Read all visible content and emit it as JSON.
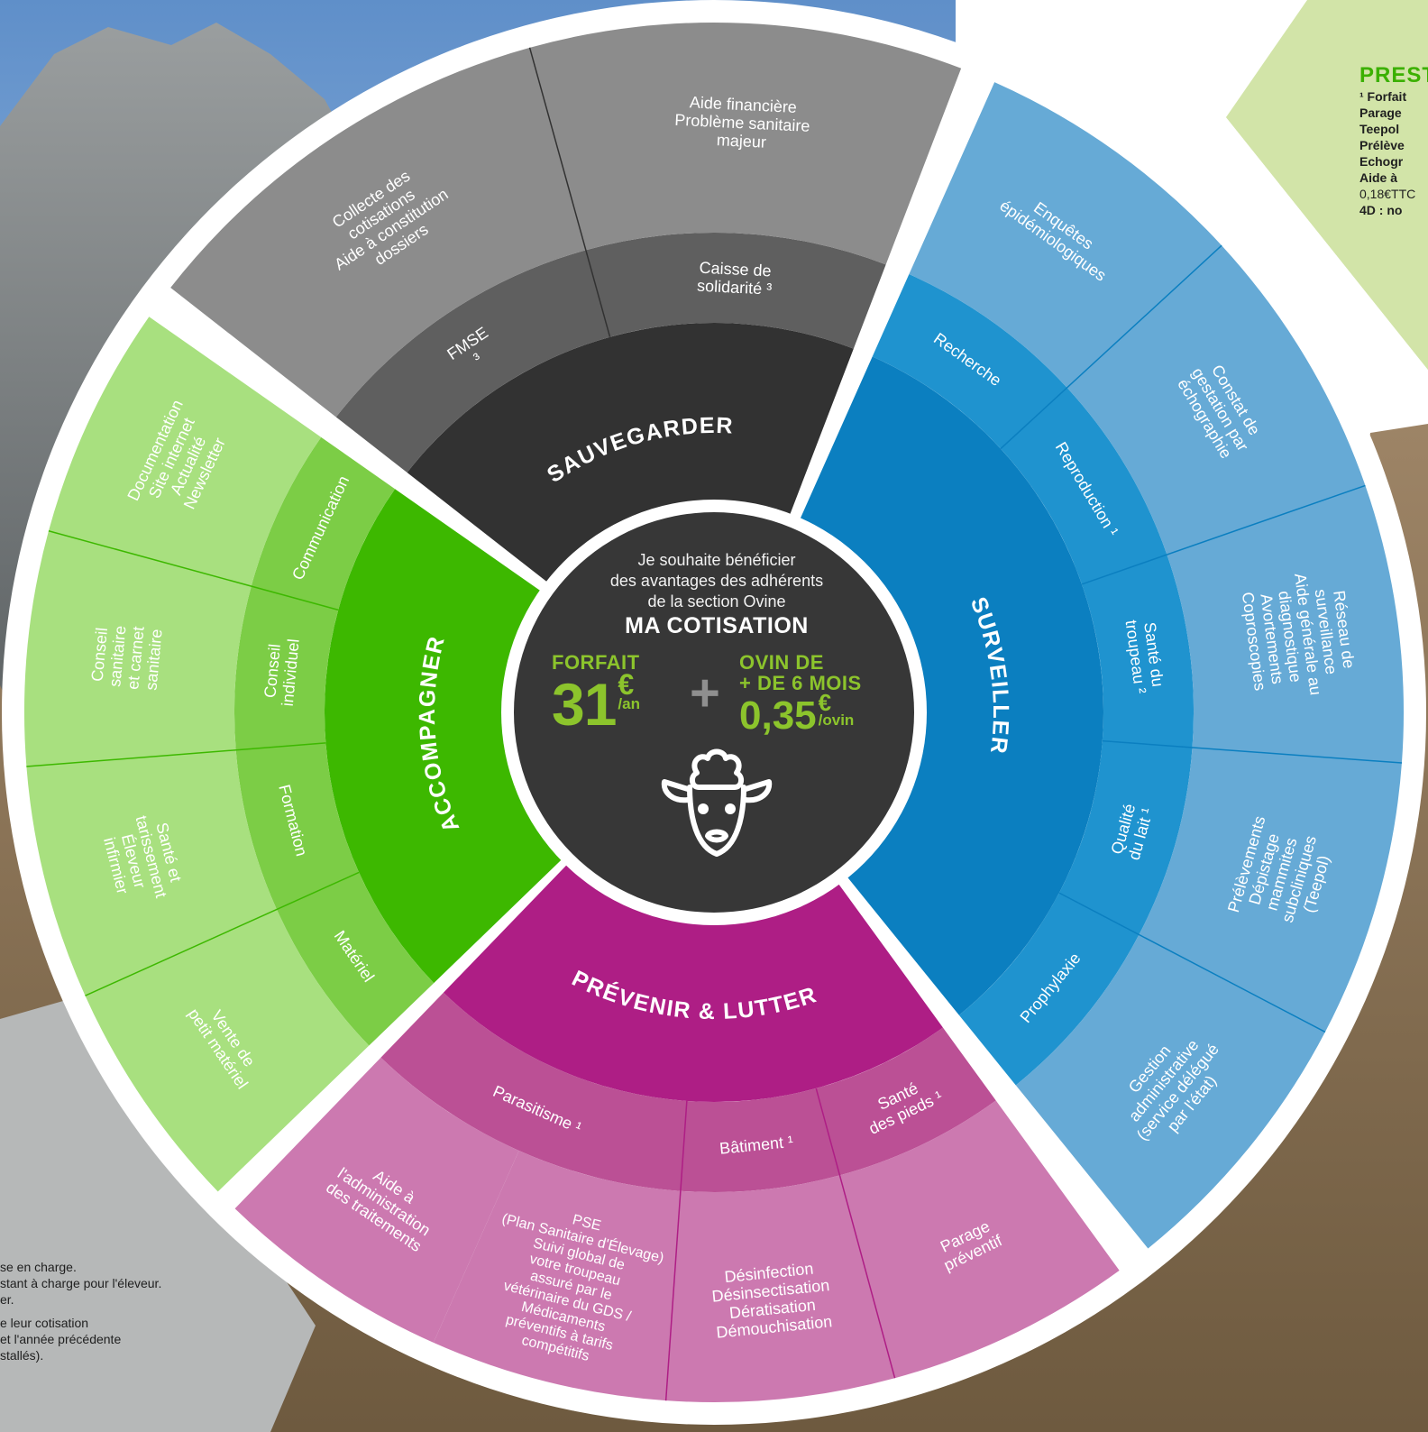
{
  "center": {
    "intro_lines": [
      "Je souhaite bénéficier",
      "des avantages des adhérents",
      "de la section Ovine"
    ],
    "title": "MA COTISATION",
    "forfait_label": "FORFAIT",
    "forfait_amount": "31",
    "forfait_currency": "€",
    "forfait_unit": "/an",
    "plus": "+",
    "ovin_label_1": "OVIN DE",
    "ovin_label_2": "+ DE 6 MOIS",
    "ovin_amount": "0,35",
    "ovin_currency": "€",
    "ovin_unit": "/ovin",
    "icon": "sheep-icon"
  },
  "colors": {
    "center": "#373737",
    "green_main": "#3db800",
    "green_mid": "#7ccd46",
    "green_light": "#a8e07f",
    "grey_main": "#323232",
    "grey_mid": "#5f5f5f",
    "grey_light": "#8c8c8c",
    "blue_main": "#0b7fc0",
    "blue_mid": "#1f93cf",
    "blue_light": "#66aad6",
    "pink_main": "#ae1e85",
    "pink_mid": "#bb5095",
    "pink_light": "#cc79b0"
  },
  "sections": [
    {
      "key": "accompagner",
      "label": "ACCOMPAGNER",
      "categories": [
        {
          "label": [
            "Matériel"
          ],
          "services": [
            [
              "Vente de",
              "petit matériel"
            ]
          ]
        },
        {
          "label": [
            "Formation"
          ],
          "services": [
            [
              "Santé et",
              "tarissement",
              "",
              "Éleveur",
              "infirmier"
            ]
          ]
        },
        {
          "label": [
            "Conseil",
            "individuel"
          ],
          "services": [
            [
              "Conseil",
              "sanitaire",
              "et carnet",
              "sanitaire"
            ]
          ]
        },
        {
          "label": [
            "Communication"
          ],
          "services": [
            [
              "Documentation",
              "Site internet",
              "Actualité",
              "Newsletter"
            ]
          ]
        }
      ]
    },
    {
      "key": "sauvegarder",
      "label": "SAUVEGARDER",
      "categories": [
        {
          "label": [
            "FMSE",
            "³"
          ],
          "services": [
            [
              "Collecte des",
              "cotisations",
              "",
              "Aide à constitution",
              "dossiers"
            ]
          ]
        },
        {
          "label": [
            "Caisse de",
            "solidarité ³"
          ],
          "services": [
            [
              "Aide financière",
              "",
              "Problème sanitaire",
              "majeur"
            ]
          ]
        }
      ]
    },
    {
      "key": "surveiller",
      "label": "SURVEILLER",
      "categories": [
        {
          "label": [
            "Recherche"
          ],
          "services": [
            [
              "Enquêtes",
              "épidémiologiques"
            ]
          ]
        },
        {
          "label": [
            "Reproduction ¹"
          ],
          "services": [
            [
              "Constat de",
              "gestation par",
              "échographie"
            ]
          ]
        },
        {
          "label": [
            "Santé du",
            "troupeau ²"
          ],
          "services": [
            [
              "Réseau de",
              "surveillance",
              "Aide générale au",
              "diagnostique",
              "Avortements",
              "Coproscopies"
            ]
          ]
        },
        {
          "label": [
            "Qualité",
            "du lait ¹"
          ],
          "services": [
            [
              "Prélèvements",
              "",
              "Dépistage",
              "mammites",
              "subcliniques",
              "(Teepol)"
            ]
          ]
        },
        {
          "label": [
            "Prophylaxie"
          ],
          "services": [
            [
              "Gestion",
              "administrative",
              "(service délégué",
              "par l'état)"
            ]
          ]
        }
      ]
    },
    {
      "key": "prevenir",
      "label": "PRÉVENIR & LUTTER",
      "categories": [
        {
          "label": [
            "Santé",
            "des pieds ¹"
          ],
          "services": [
            [
              "Parage",
              "préventif"
            ]
          ]
        },
        {
          "label": [
            "Bâtiment ¹"
          ],
          "services": [
            [
              "Désinfection",
              "Désinsectisation",
              "Dératisation",
              "Démouchisation"
            ]
          ]
        },
        {
          "label": [
            "Parasitisme ¹"
          ],
          "services": [
            [
              "PSE",
              "(Plan Sanitaire d'Élevage)",
              "Suivi global de",
              "votre troupeau",
              "assuré par le",
              "vétérinaire du GDS /",
              "Médicaments",
              "préventifs à tarifs",
              "compétitifs"
            ],
            [
              "Aide à",
              "l'administration",
              "des traitements"
            ]
          ]
        }
      ]
    }
  ],
  "green_panel": {
    "title": "PREST",
    "lines": [
      "¹ Forfait",
      "Parage",
      "Teepol",
      "Prélève",
      "Echogr",
      "Aide à",
      "0,18€TTC",
      "4D : no"
    ]
  },
  "grey_panel": {
    "lines": [
      "se en charge.",
      "stant à charge pour l'éleveur.",
      "er.",
      "",
      "e leur cotisation",
      "et l'année précédente",
      "stallés)."
    ]
  }
}
